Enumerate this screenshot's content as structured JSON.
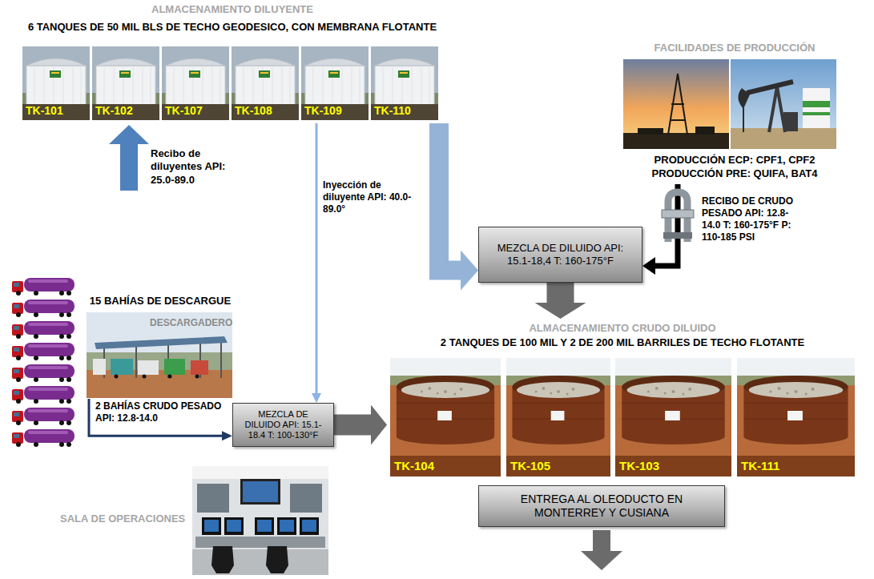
{
  "diagram": {
    "nodes": [
      {
        "text": [
          "ALMACENAMIENTO DILUYENTE",
          "6 TANQUES DE 50 MIL BLS DE TECHO GEODESICO, CON MEMBRANA FLOTANTE"
        ]
      },
      {
        "text": [
          "TK-101"
        ],
        "in": 0
      },
      {
        "text": [
          "TK-102"
        ],
        "in": 0
      },
      {
        "text": [
          "TK-107"
        ],
        "in": 0
      },
      {
        "text": [
          "TK-108"
        ],
        "in": 0
      },
      {
        "text": [
          "TK-109"
        ],
        "in": 0
      },
      {
        "text": [
          "TK-110"
        ],
        "in": 0
      },
      {
        "text": [
          "FACILIDADES DE PRODUCCIÓN",
          "PRODUCCIÓN ECP: CPF1, CPF2",
          "PRODUCCIÓN PRE: QUIFA, BAT4"
        ]
      },
      {
        "text": [
          "MEZCLA DE DILUIDO API: 15.1-18,4 T: 160-175°F"
        ]
      },
      {
        "text": [
          "15 BAHÍAS DE DESCARGUE",
          "DESCARGADERO"
        ]
      },
      {
        "text": [
          "MEZCLA DE DILUIDO API: 15.1-18.4 T: 100-130°F"
        ]
      },
      {
        "text": [
          "ALMACENAMIENTO CRUDO DILUIDO",
          "2 TANQUES DE 100 MIL Y 2 DE 200 MIL BARRILES DE TECHO FLOTANTE"
        ]
      },
      {
        "text": [
          "TK-104"
        ],
        "in": 11
      },
      {
        "text": [
          "TK-105"
        ],
        "in": 11
      },
      {
        "text": [
          "TK-103"
        ],
        "in": 11
      },
      {
        "text": [
          "TK-111"
        ],
        "in": 11
      },
      {
        "text": [
          "ENTREGA AL OLEODUCTO EN MONTERREY Y CUSIANA"
        ]
      },
      {
        "text": [
          "SALA DE OPERACIONES"
        ]
      }
    ],
    "edges": [
      {
        "from": 0,
        "to": 10,
        "arrow": "to",
        "label": "Inyección de diluyente API: 40.0-89.0°"
      },
      {
        "from": 0,
        "to": 8,
        "arrow": "to"
      },
      {
        "from": 7,
        "to": 8,
        "arrow": "to",
        "label": "RECIBO DE CRUDO PESADO API: 12.8-14.0 T: 160-175°F P: 110-185 PSI"
      },
      {
        "from": 8,
        "to": 11,
        "arrow": "to"
      },
      {
        "from": 9,
        "to": 10,
        "arrow": "to",
        "label": "2 BAHÍAS CRUDO PESADO API: 12.8-14.0"
      },
      {
        "from": 10,
        "to": 11,
        "arrow": "to"
      }
    ],
    "labels": [
      "Recibo de diluyentes API: 25.0-89.0"
    ]
  }
}
